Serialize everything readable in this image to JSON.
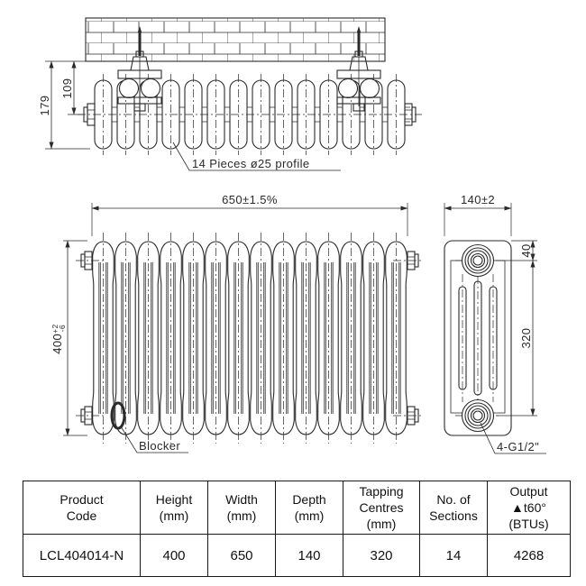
{
  "colors": {
    "line": "#2a2a2a",
    "background": "#ffffff",
    "table_border": "#1a1a1a"
  },
  "top_view": {
    "overall_depth": "179",
    "bracket_depth": "109",
    "profile_label": "14 Pieces ø25 profile"
  },
  "front_view": {
    "width": "650±1.5%",
    "height": "400",
    "height_tol_upper": "+2",
    "height_tol_lower": "-6",
    "blocker_label": "Blocker"
  },
  "side_view": {
    "depth": "140±2",
    "top_to_tapping": "40",
    "tapping_centres": "320",
    "connections_label": "4-G1/2\""
  },
  "table": {
    "headers": [
      [
        "Product",
        "Code"
      ],
      [
        "Height",
        "(mm)"
      ],
      [
        "Width",
        "(mm)"
      ],
      [
        "Depth",
        "(mm)"
      ],
      [
        "Tapping",
        "Centres",
        "(mm)"
      ],
      [
        "No. of",
        "Sections"
      ],
      [
        "Output",
        "▲t60°",
        "(BTUs)"
      ]
    ],
    "row": [
      "LCL404014-N",
      "400",
      "650",
      "140",
      "320",
      "14",
      "4268"
    ]
  }
}
